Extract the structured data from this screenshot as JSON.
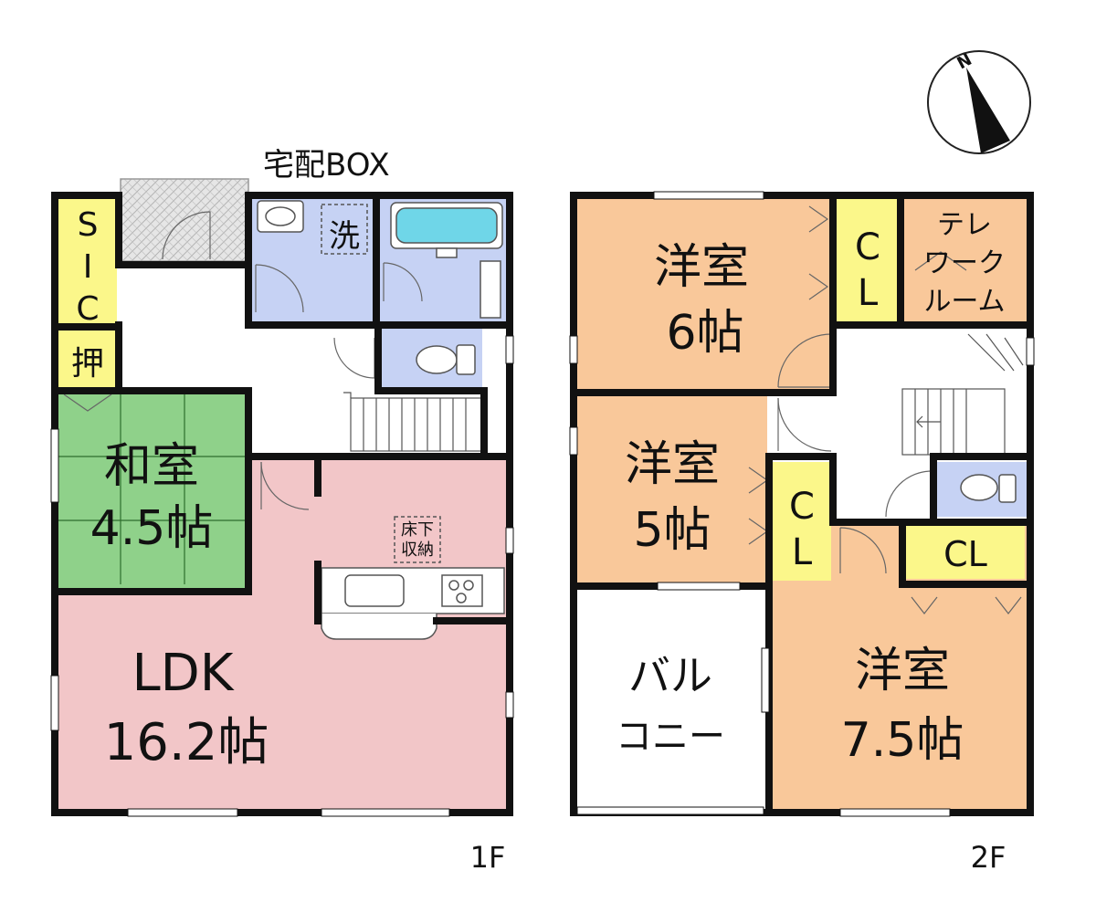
{
  "floor1": {
    "label": "1F",
    "delivery_box": "宅配BOX",
    "sic": [
      "S",
      "I",
      "C"
    ],
    "oshiire": "押",
    "washroom": "洗",
    "washitsu": [
      "和室",
      "4.5帖"
    ],
    "ldk": [
      "LDK",
      "16.2帖"
    ],
    "underfloor": [
      "床下",
      "収納"
    ]
  },
  "floor2": {
    "label": "2F",
    "room6": [
      "洋室",
      "6帖"
    ],
    "room5": [
      "洋室",
      "5帖"
    ],
    "room75": [
      "洋室",
      "7.5帖"
    ],
    "closet": "CL",
    "closet_a": [
      "C",
      "L"
    ],
    "closet_b": [
      "C",
      "L"
    ],
    "telework": [
      "テレ",
      "ワーク",
      "ルーム"
    ],
    "balcony": [
      "バル",
      "コニー"
    ]
  },
  "compass": {
    "north": "N"
  },
  "colors": {
    "ldk": "#f2c6c8",
    "washitsu": "#8fd18a",
    "yoshitsu": "#f9c89a",
    "closet": "#fbf78a",
    "water": "#c6d2f4",
    "wall": "#111111"
  }
}
